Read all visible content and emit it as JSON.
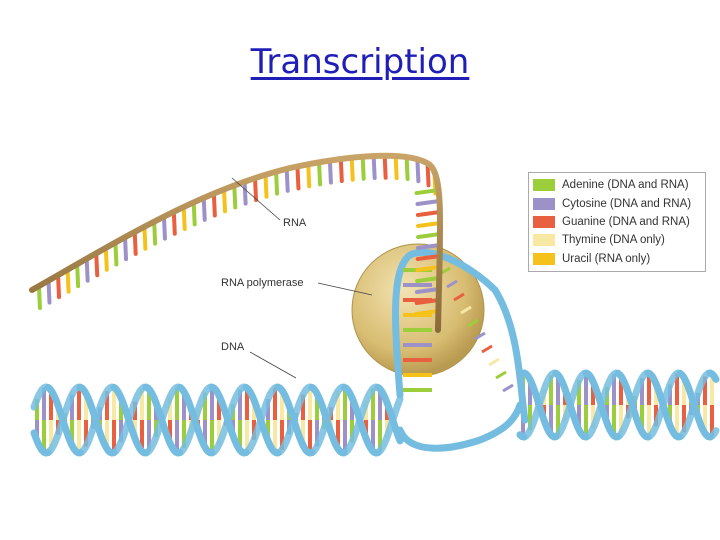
{
  "slide": {
    "title": "Transcription"
  },
  "labels": {
    "rna": "RNA",
    "polymerase": "RNA polymerase",
    "dna": "DNA"
  },
  "legend": [
    {
      "label": "Adenine (DNA and RNA)",
      "color": "#9ccd3a"
    },
    {
      "label": "Cytosine (DNA and RNA)",
      "color": "#9c92c8"
    },
    {
      "label": "Guanine (DNA and RNA)",
      "color": "#e8603f"
    },
    {
      "label": "Thymine (DNA only)",
      "color": "#f7e8a4"
    },
    {
      "label": "Uracil (RNA only)",
      "color": "#f5c21b"
    }
  ],
  "colors": {
    "title": "#1f1fb8",
    "dna_backbone": "#74bde0",
    "rna_backbone": "#b08a4e",
    "polymerase": "#dcc37b"
  }
}
